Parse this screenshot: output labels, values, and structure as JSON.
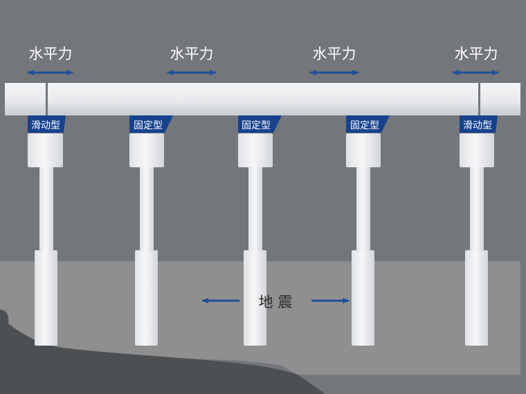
{
  "horizontal_force_label": "水平力",
  "bearings": [
    {
      "type": "滑动型"
    },
    {
      "type": "固定型"
    },
    {
      "type": "固定型"
    },
    {
      "type": "固定型"
    },
    {
      "type": "滑动型"
    }
  ],
  "earthquake_label": "地 震",
  "colors": {
    "background": "#73767a",
    "ground": "#8f8f8f",
    "pier": "#eceef0",
    "arrow": "#1e4f9a",
    "bearing_plate": "#16428e"
  }
}
